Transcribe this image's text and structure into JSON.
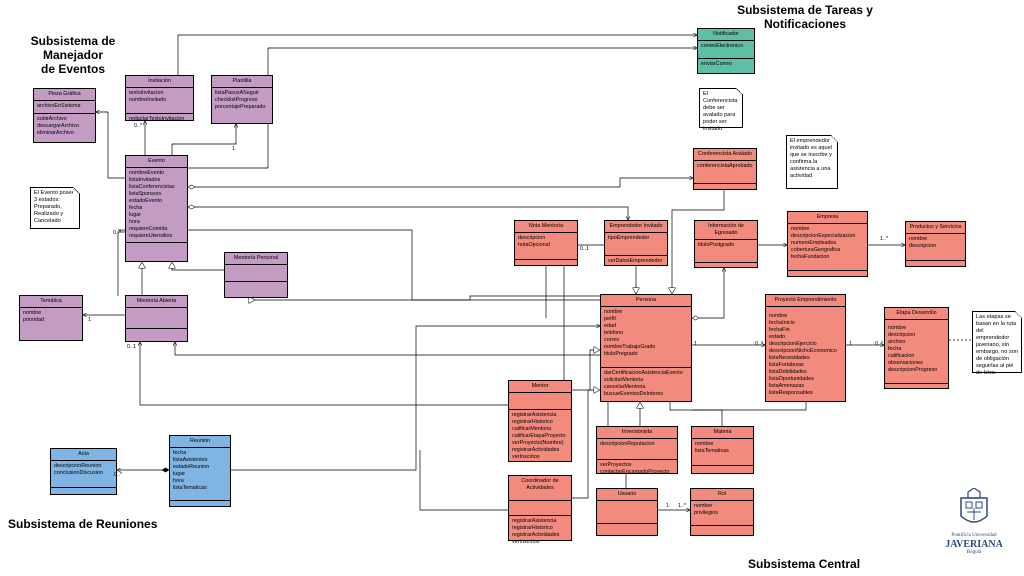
{
  "titles": {
    "eventos": [
      "Subsistema de Manejador",
      "de Eventos"
    ],
    "tareas": [
      "Subsistema de Tareas y",
      "Notificaciones"
    ],
    "reuniones": "Subsistema de Reuniones",
    "central": "Subsistema Central"
  },
  "classes": {
    "notificador": {
      "name": "Notificador",
      "attrs": [
        "correoElectronico"
      ],
      "ops": [
        "enviarCorreo"
      ]
    },
    "invitacion": {
      "name": "Invitación",
      "attrs": [
        "textoInvitacion",
        "nombreInvitado"
      ],
      "ops": [
        "redactarTextoInvitacion"
      ]
    },
    "plantilla": {
      "name": "Plantilla",
      "attrs": [
        "listaPasosASeguir",
        "checklistProgreso",
        "porcentajePreparado"
      ]
    },
    "pieza": {
      "name": "Pieza Gráfica",
      "attrs": [
        "archivoEnSistema"
      ],
      "ops": [
        "subirArchivo",
        "descargarArchivo",
        "eliminarArchivo"
      ]
    },
    "evento": {
      "name": "Evento",
      "attrs": [
        "nombreEvento",
        "listaInvitados",
        "listaConferencistas",
        "listaSponsors",
        "estadoEvento",
        "fecha",
        "lugar",
        "hora",
        "requiereComida",
        "requiereUtensilios"
      ]
    },
    "mentoriaPersonal": {
      "name": "Mentoría Personal"
    },
    "tematica": {
      "name": "Temática",
      "attrs": [
        "nombre",
        "prioridad"
      ]
    },
    "mentoriaAbierta": {
      "name": "Mentoría Abierta"
    },
    "conferencista": {
      "name": "Conferencista Avalado",
      "attrs": [
        "conferencistaAprobado"
      ]
    },
    "notaMentoria": {
      "name": "Nota Mentoría",
      "attrs": [
        "descripcion",
        "notaOpcional"
      ]
    },
    "emprendedorInvitado": {
      "name": "Emprendedor Invitado",
      "attrs": [
        "tipoEmprendedor"
      ],
      "ops": [
        "verDatosEmprendedor"
      ]
    },
    "egresado": {
      "name": "Información de Egresado",
      "attrs": [
        "tituloPostgrado"
      ]
    },
    "empresa": {
      "name": "Empresa",
      "attrs": [
        "nombre",
        "descripcionEspecializacion",
        "numeroEmpleados",
        "coberturaGeografica",
        "fechaFundacion"
      ]
    },
    "productos": {
      "name": "Productos y Servicios",
      "attrs": [
        "nombre",
        "descripcion"
      ]
    },
    "persona": {
      "name": "Persona",
      "attrs": [
        "nombre",
        "perfil",
        "edad",
        "telefono",
        "correo",
        "nombreTrabajoGrado",
        "tituloPregrado"
      ],
      "ops": [
        "darCertificacionAsistenciaEvento",
        "solicitarMentoria",
        "cancelarMentoria",
        "buscarEventosDeInteres"
      ]
    },
    "proyecto": {
      "name": "Proyecto Emprendimiento",
      "attrs": [
        "nombre",
        "fechaInicio",
        "fechaFin",
        "estado",
        "descripcionEjercicio",
        "descripcionNichoEconomico",
        "listaNecesidades",
        "listaFortalezas",
        "listaDebilidades",
        "listaOportunidades",
        "listaAmenazas",
        "listaResponsables"
      ]
    },
    "etapa": {
      "name": "Etapa Desarrollo",
      "attrs": [
        "nombre",
        "descripcion",
        "archivo",
        "fecha",
        "calificacion",
        "observaciones",
        "descripcionProgreso"
      ]
    },
    "mentor": {
      "name": "Mentor",
      "ops": [
        "registrarAsistencia",
        "registrarHistorico",
        "calificarMentoria",
        "calificarEtapaProyecto",
        "verProyecto(Nombre)",
        "registrarActividades",
        "verInscritos"
      ]
    },
    "inversionista": {
      "name": "Inversionista",
      "attrs": [
        "descripcionReputacion"
      ],
      "ops": [
        "verProyectos",
        "contactarEncargadoProyecto"
      ]
    },
    "materia": {
      "name": "Materia",
      "attrs": [
        "nombre",
        "listaTematicas"
      ]
    },
    "coordinador": {
      "name": "Coordinador de Actividades",
      "ops": [
        "registrarAsistencia",
        "registrarHistorico",
        "registrarActividades",
        "verInscritos"
      ]
    },
    "usuario": {
      "name": "Usuario"
    },
    "rol": {
      "name": "Rol",
      "attrs": [
        "nombre",
        "privilegios"
      ]
    },
    "acta": {
      "name": "Acta",
      "attrs": [
        "descripcionReunion",
        "conclusionDiscusion"
      ]
    },
    "reunion": {
      "name": "Reunión",
      "attrs": [
        "fecha",
        "listaAsistentes",
        "estadoReunion",
        "lugar",
        "hora",
        "listaTematicas"
      ]
    }
  },
  "notes": {
    "evento": "El Evento posee 3 estados: Preparado, Realizado y Cancelado",
    "conferencista": "El Conferencista debe ser avalado para poder ser invitado",
    "emprendedor": "El emprendedor invitado es aquel que se inscribe y confirma la asistencia a una actividad",
    "etapas": "Las etapas se basan en la ruta del emprendedor javeriano, sin embargo, no son de obligación seguirlas al pié de letra."
  },
  "multiplicities": {
    "m_invitacion": "0..*",
    "m_plantilla": "1",
    "m_evento_left": "0..*",
    "m_tematica": "1",
    "m_abierta": "0..1",
    "m_nota": "0..1",
    "m_persona_proy": "1",
    "m_proy_persona": "0..*",
    "m_proy_etapa": "1",
    "m_etapa": "0..*",
    "m_empresa": "1..*",
    "m_acta": "0..*",
    "m_usuario": "1",
    "m_rol": "1..*"
  },
  "logo": {
    "line1": "Pontificia Universidad",
    "line2": "JAVERIANA",
    "line3": "Bogotá"
  }
}
